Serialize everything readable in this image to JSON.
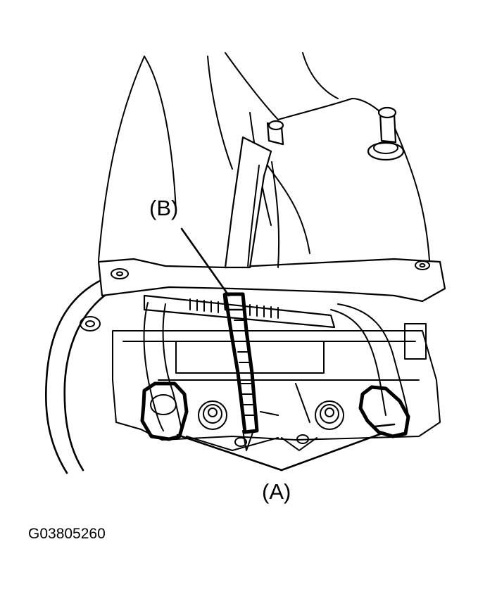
{
  "labels": {
    "clamp_b": "(B)",
    "hoses_a": "(A)",
    "figure_code": "G03805260"
  },
  "colors": {
    "line": "#000000",
    "background": "#ffffff"
  }
}
